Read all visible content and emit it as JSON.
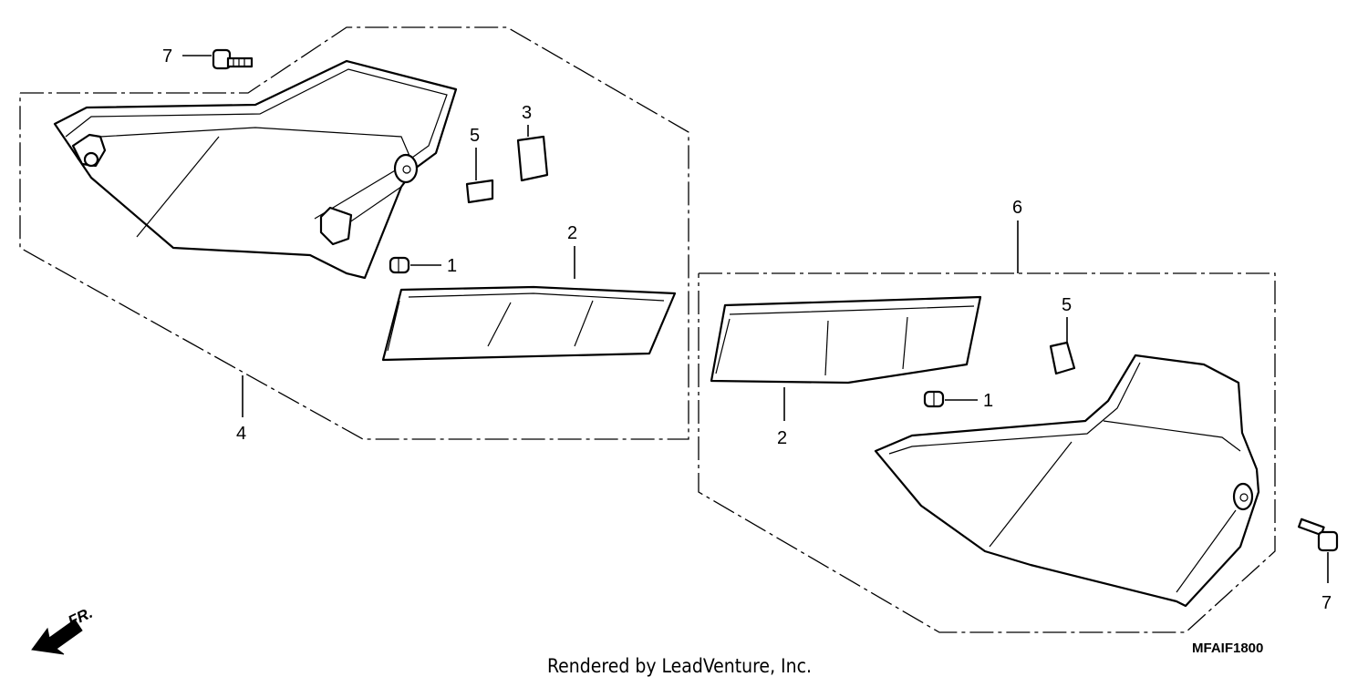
{
  "diagram": {
    "callouts": {
      "left_bolt": "7",
      "left_emblem_small": "5",
      "left_emblem_large": "3",
      "left_grommet": "1",
      "left_stripe": "2",
      "left_assembly": "4",
      "right_assembly": "6",
      "right_emblem_small": "5",
      "right_grommet": "1",
      "right_stripe": "2",
      "right_bolt": "7"
    },
    "direction_label": "FR.",
    "diagram_code": "MFAIF1800",
    "credit": "Rendered by LeadVenture, Inc."
  }
}
